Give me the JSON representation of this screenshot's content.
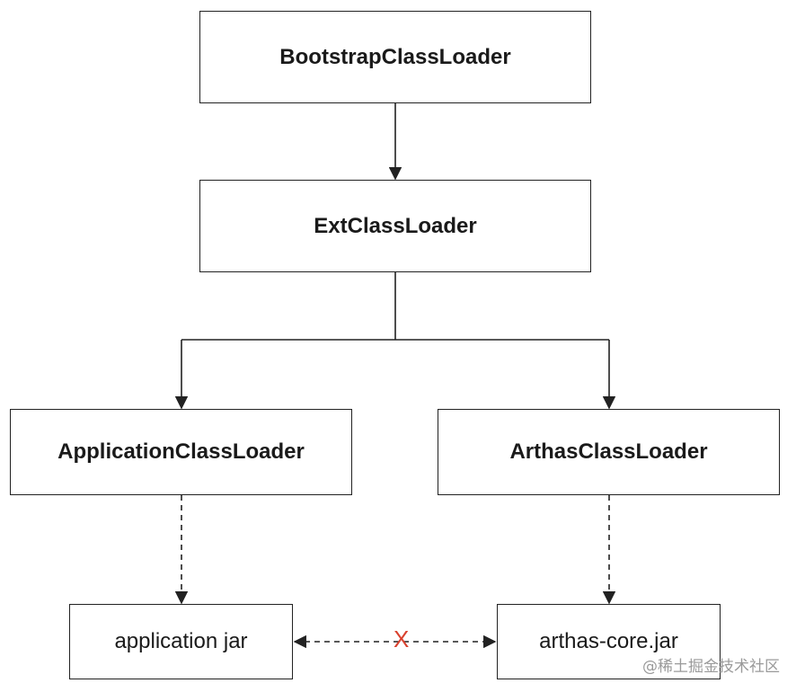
{
  "nodes": {
    "bootstrap": "BootstrapClassLoader",
    "ext": "ExtClassLoader",
    "application": "ApplicationClassLoader",
    "arthas": "ArthasClassLoader",
    "application_jar": "application jar",
    "arthas_core_jar": "arthas-core.jar"
  },
  "edges": [
    {
      "from": "bootstrap",
      "to": "ext",
      "style": "solid"
    },
    {
      "from": "ext",
      "to": "application",
      "style": "solid"
    },
    {
      "from": "ext",
      "to": "arthas",
      "style": "solid"
    },
    {
      "from": "application",
      "to": "application_jar",
      "style": "dashed"
    },
    {
      "from": "arthas",
      "to": "arthas_core_jar",
      "style": "dashed"
    },
    {
      "from": "application_jar",
      "to": "arthas_core_jar",
      "style": "dashed",
      "bidirectional": true,
      "blocked": true
    }
  ],
  "blocked_mark": "X",
  "watermark": "@稀土掘金技术社区",
  "colors": {
    "line": "#222222",
    "blocked": "#d9412e",
    "watermark": "#9a9a9a"
  }
}
